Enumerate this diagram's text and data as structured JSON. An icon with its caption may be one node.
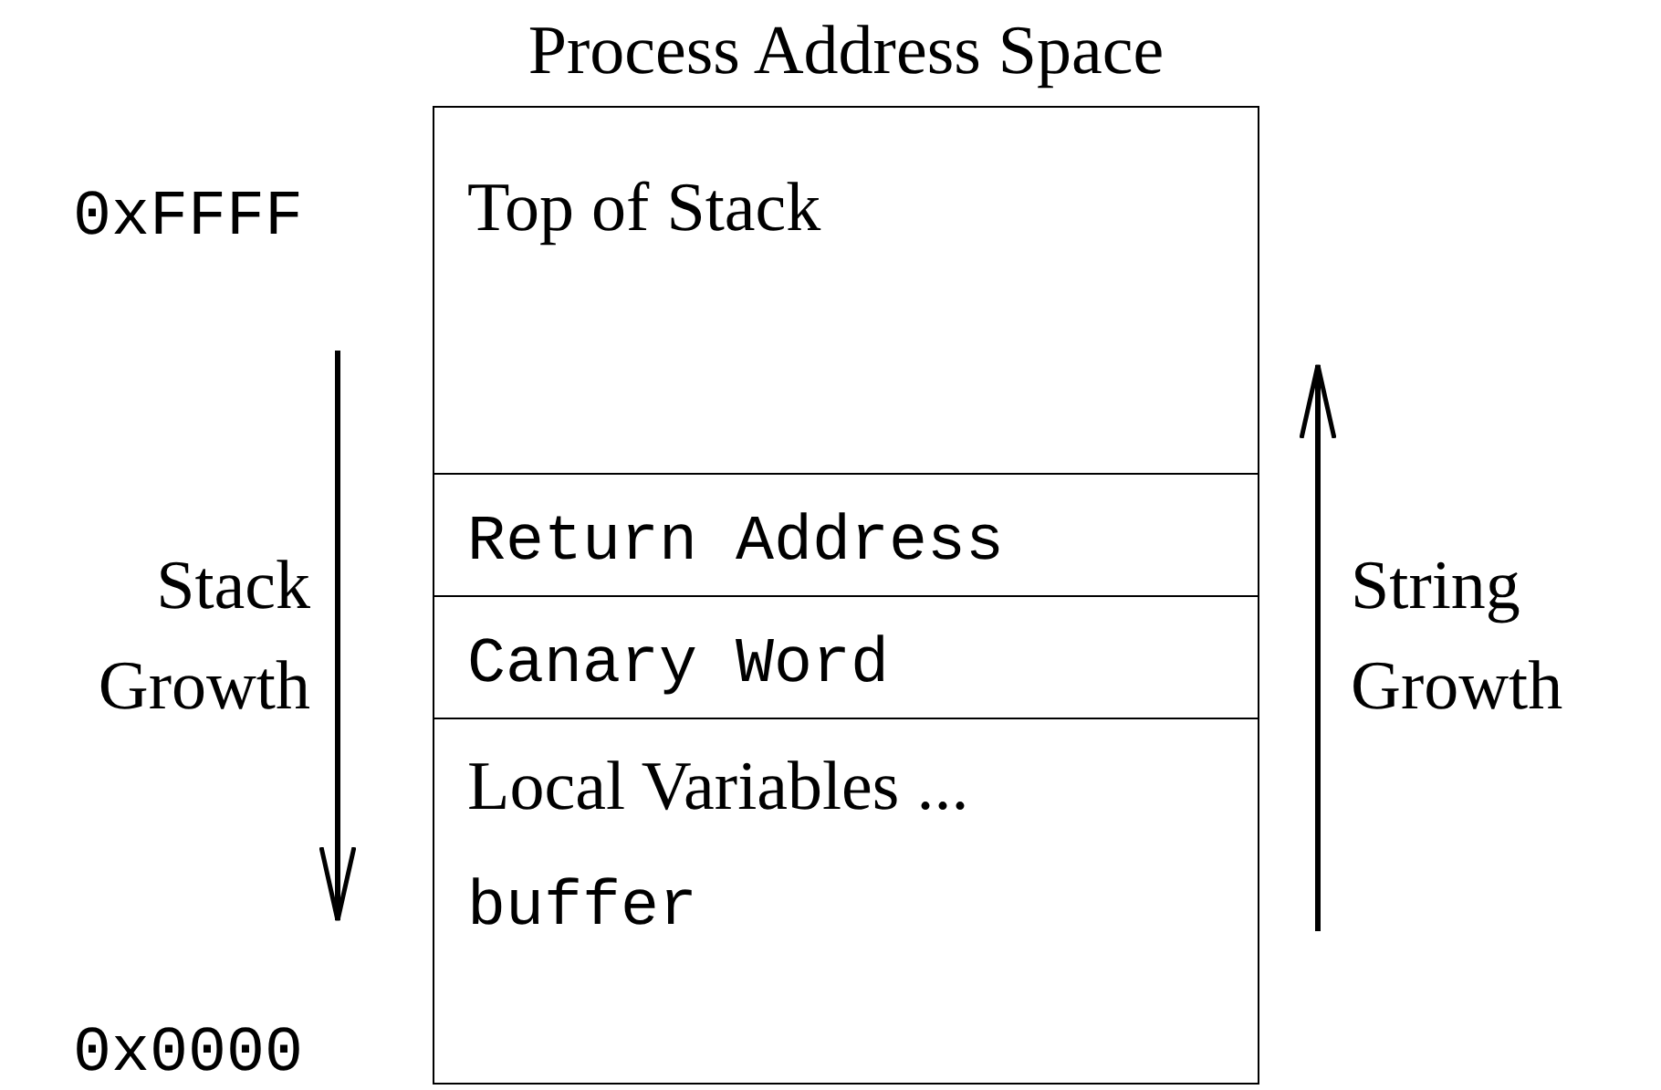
{
  "diagram": {
    "nodes": [
      {
        "text": [
          "Process Address Space"
        ]
      },
      {
        "text": [
          "Top of Stack"
        ],
        "in": 0
      },
      {
        "text": [
          "Return Address"
        ],
        "in": 0
      },
      {
        "text": [
          "Canary Word"
        ],
        "in": 0
      },
      {
        "text": [
          "Local Variables ...",
          "buffer"
        ],
        "in": 0
      }
    ],
    "labels": [
      "0xFFFF",
      "Stack Growth",
      "String Growth",
      "0x0000"
    ]
  }
}
